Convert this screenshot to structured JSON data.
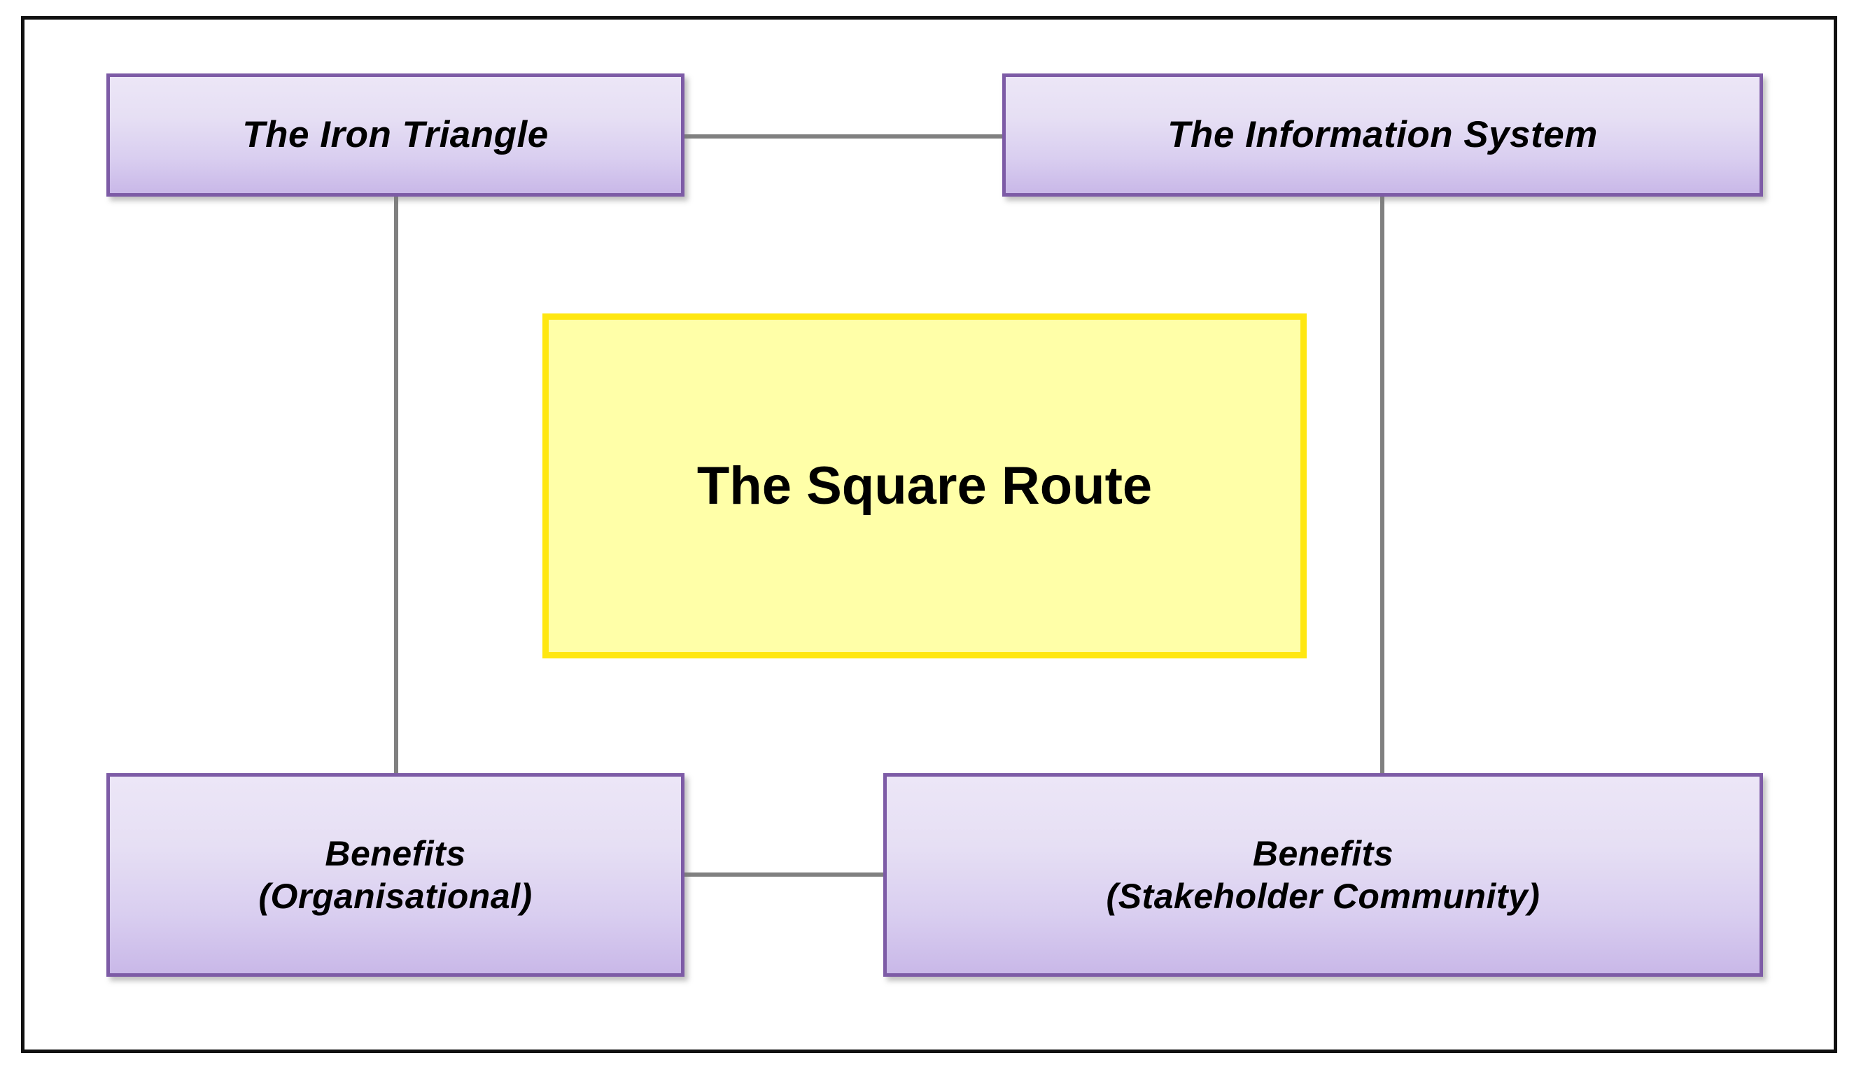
{
  "diagram": {
    "title": "The Square Route",
    "frame": {
      "border_color": "#111111"
    },
    "colors": {
      "node_border": "#7d5ba6",
      "node_fill_top": "#ece6f7",
      "node_fill_bottom": "#c9b8e8",
      "center_border": "#ffe711",
      "center_fill": "#ffffa8",
      "connector": "#808080",
      "text": "#000000"
    },
    "nodes": [
      {
        "id": "iron-triangle",
        "label": "The Iron Triangle",
        "position": "top-left",
        "style": "purple"
      },
      {
        "id": "information-system",
        "label": "The Information System",
        "position": "top-right",
        "style": "purple"
      },
      {
        "id": "square-route",
        "label": "The Square Route",
        "position": "center",
        "style": "yellow"
      },
      {
        "id": "benefits-organisational",
        "label_line1": "Benefits",
        "label_line2": "(Organisational)",
        "position": "bottom-left",
        "style": "purple"
      },
      {
        "id": "benefits-stakeholder",
        "label_line1": "Benefits",
        "label_line2": "(Stakeholder Community)",
        "position": "bottom-right",
        "style": "purple"
      }
    ],
    "connectors": [
      {
        "id": "top",
        "from": "iron-triangle",
        "to": "information-system",
        "orientation": "horizontal"
      },
      {
        "id": "bottom",
        "from": "benefits-organisational",
        "to": "benefits-stakeholder",
        "orientation": "horizontal"
      },
      {
        "id": "left-vert",
        "from": "iron-triangle",
        "to": "benefits-organisational",
        "orientation": "vertical"
      },
      {
        "id": "right-vert",
        "from": "information-system",
        "to": "benefits-stakeholder",
        "orientation": "vertical"
      }
    ]
  }
}
